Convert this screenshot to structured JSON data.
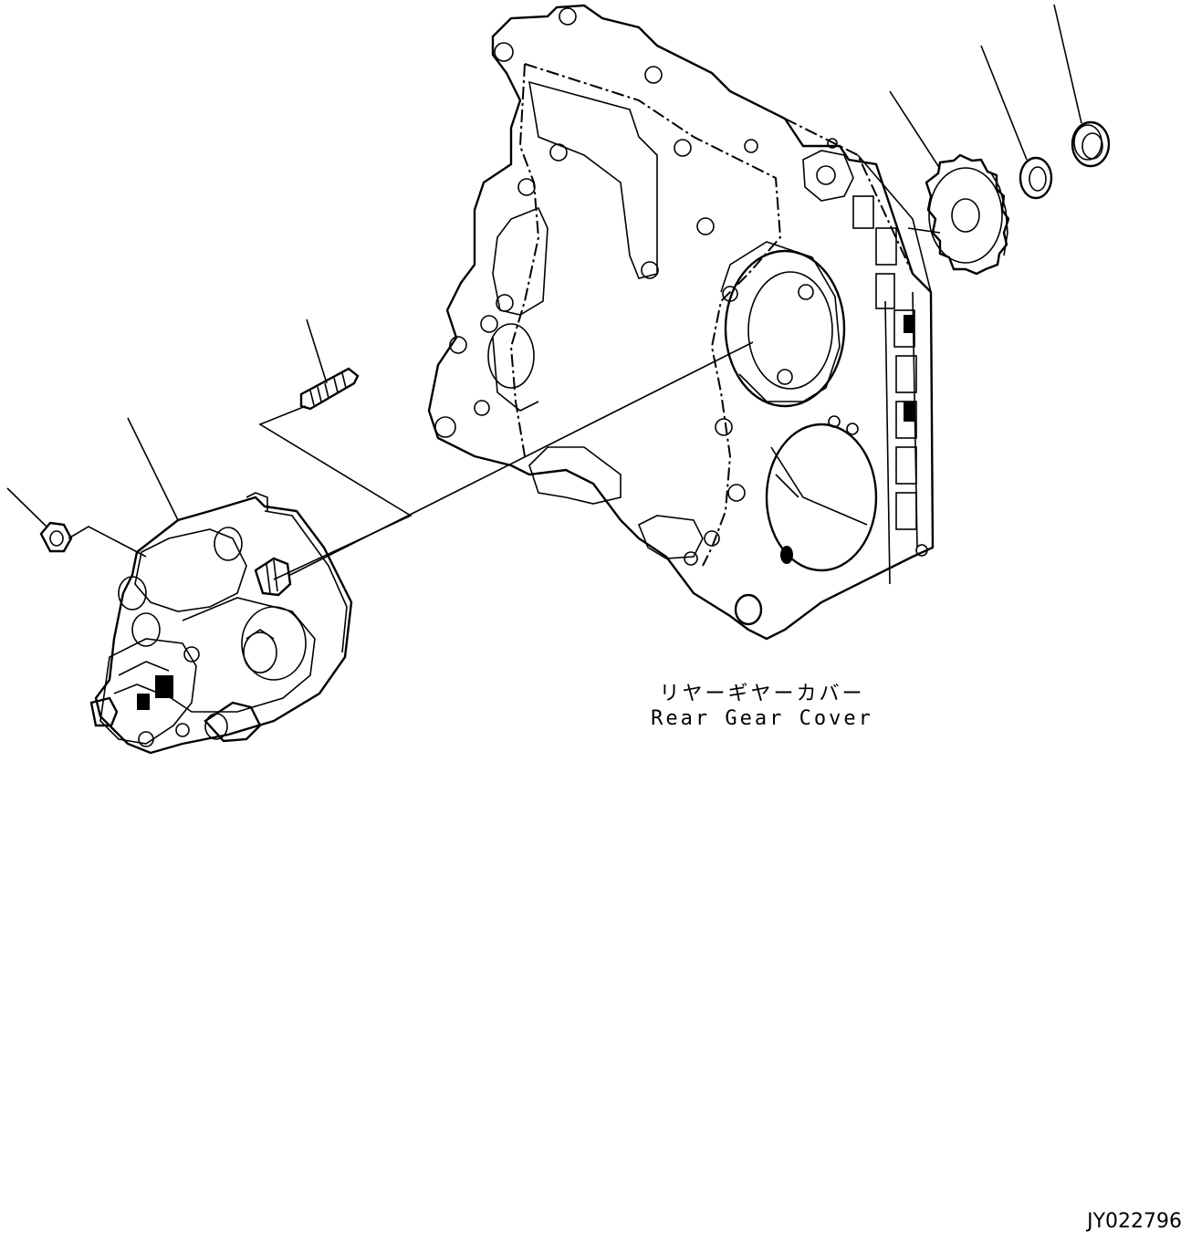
{
  "diagram": {
    "part_label_jp": "リヤーギヤーカバー",
    "part_label_en": "Rear Gear Cover",
    "figure_id": "JY022796"
  },
  "icons": {
    "rear_gear_cover": "gear-cover-drawing",
    "fuel_pump": "pump-drawing",
    "gear": "gear-drawing",
    "seal_ring": "ring-drawing",
    "stud_bolt": "stud-drawing",
    "nut": "nut-drawing"
  }
}
